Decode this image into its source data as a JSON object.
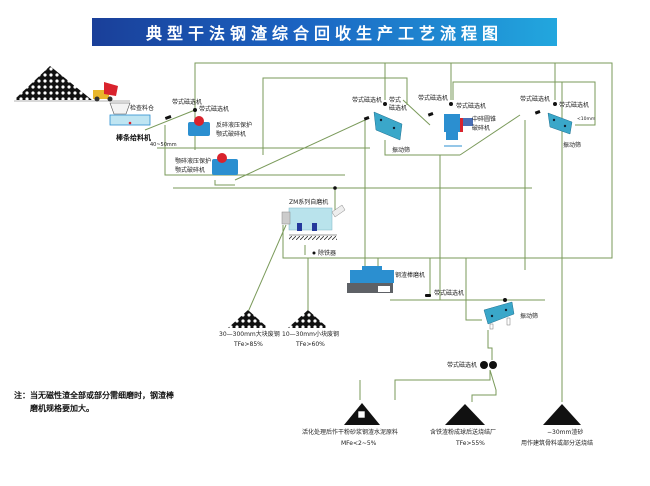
{
  "title": "典型干法钢渣综合回收生产工艺流程图",
  "colors": {
    "title_start": "#1a3f99",
    "title_end": "#22a7de",
    "flow_line": "#7a9a5a",
    "equipment_blue": "#2b8fd0",
    "screen_teal": "#3aa7c9",
    "warning_red": "#d9232d"
  },
  "equipment": {
    "hopper": "检查料仓",
    "bar_feeder": "棒条给料机",
    "size_label_1": "40~50mm",
    "belt_sep_1": "带式磁选机",
    "belt_sep_2": "带式磁选机",
    "crusher_1_line1": "反碎液压保护",
    "crusher_1_line2": "颚式破碎机",
    "crusher_2_line1": "颚碎液压保护",
    "crusher_2_line2": "颚式破碎机",
    "belt_sep_3": "带式磁选机",
    "belt_sep_4_line1": "带式",
    "belt_sep_4_line2": "磁选机",
    "screen_1": "振动筛",
    "belt_sep_5": "带式磁选机",
    "belt_sep_6": "带式磁选机",
    "crusher_3_line1": "中碎圆锥",
    "crusher_3_line2": "破碎机",
    "belt_sep_7": "带式磁选机",
    "belt_sep_8": "带式磁选机",
    "size_label_2": "<10mm",
    "screen_2": "振动筛",
    "autogenous_mill": "ZM系列自磨机",
    "iron_removal": "除铁器",
    "rod_mill": "钢渣棒磨机",
    "belt_sep_9": "带式磁选机",
    "screen_3": "振动筛",
    "drum_sep": "带式磁选机"
  },
  "products": [
    {
      "label": "30—300mm大块废钢",
      "grade": "TFe>85%"
    },
    {
      "label": "10—30mm小块废钢",
      "grade": "TFe>60%"
    },
    {
      "label": "活化处理后作干粉砂浆钢渣水泥原料",
      "grade": "MFe<2~5%"
    },
    {
      "label": "含铁渣粉成球后送烧结厂",
      "grade": "TFe>55%"
    },
    {
      "label": "−30mm渣砂",
      "grade": "用作建筑骨料或部分送烧结"
    }
  ],
  "note": {
    "line1": "注：当无磁性渣全部或部分需细磨时，钢渣棒",
    "line2": "磨机规格要加大。"
  }
}
